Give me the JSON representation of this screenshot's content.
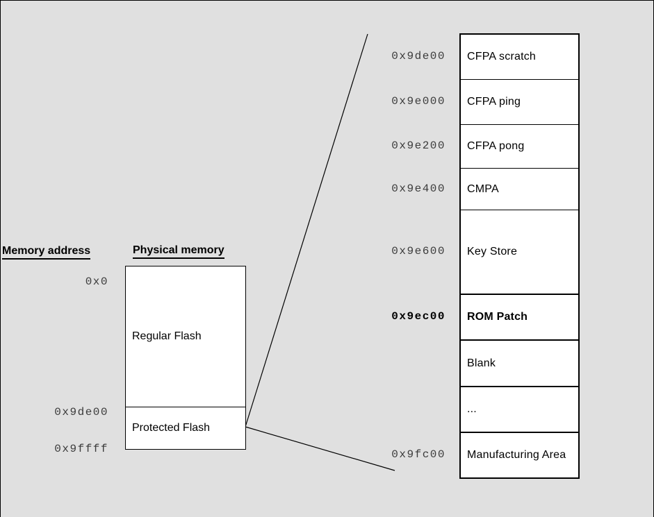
{
  "colors": {
    "background": "#e0e0e0",
    "box_fill": "#ffffff",
    "border": "#000000",
    "address_text": "#3b3b3b"
  },
  "headers": {
    "memory_address": "Memory address",
    "physical_memory": "Physical memory"
  },
  "physical_memory_map": {
    "blocks": [
      {
        "label": "Regular Flash"
      },
      {
        "label": "Protected Flash"
      }
    ],
    "addresses": [
      "0x0",
      "0x9de00",
      "0x9ffff"
    ]
  },
  "protected_flash_detail": {
    "rows": [
      {
        "address": "0x9de00",
        "label": "CFPA scratch"
      },
      {
        "address": "0x9e000",
        "label": "CFPA ping"
      },
      {
        "address": "0x9e200",
        "label": "CFPA pong"
      },
      {
        "address": "0x9e400",
        "label": "CMPA"
      },
      {
        "address": "0x9e600",
        "label": "Key Store"
      },
      {
        "address": "0x9ec00",
        "label": "ROM Patch"
      },
      {
        "address": "",
        "label": "Blank"
      },
      {
        "address": "",
        "label": "..."
      },
      {
        "address": "0x9fc00",
        "label": "Manufacturing Area"
      }
    ]
  }
}
